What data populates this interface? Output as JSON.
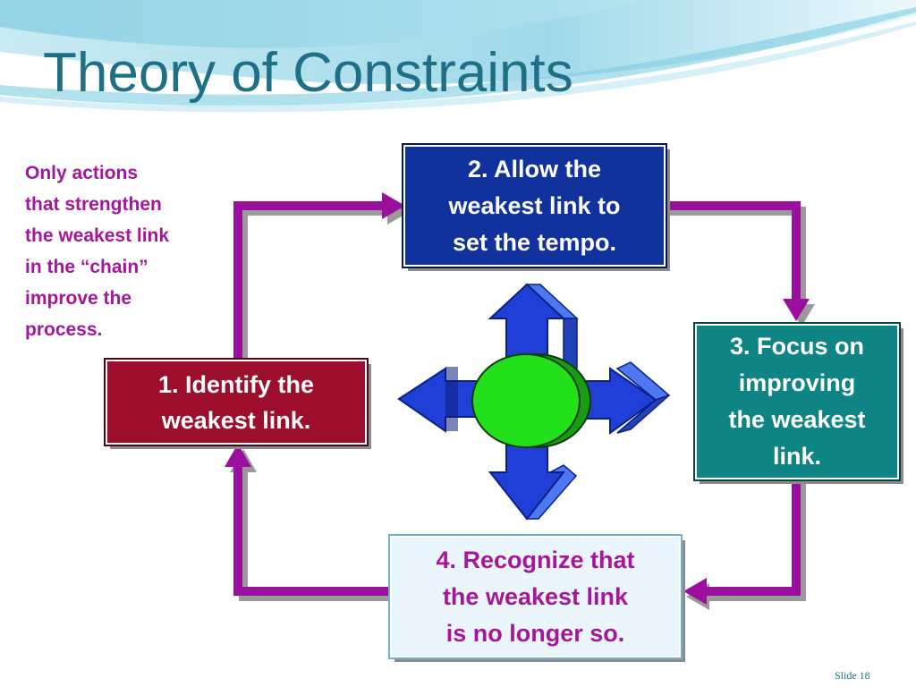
{
  "slide": {
    "title": "Theory of Constraints",
    "note": "Only actions\nthat strengthen\nthe weakest link\nin the “chain”\nimprove the\nprocess.",
    "slide_number": "Slide 18"
  },
  "steps": [
    {
      "label": "1. Identify the\nweakest link."
    },
    {
      "label": "2. Allow the\nweakest link to\nset the tempo."
    },
    {
      "label": "3. Focus on\nimproving\nthe weakest\nlink."
    },
    {
      "label": "4. Recognize that\nthe weakest link\nis no longer so."
    }
  ],
  "colors": {
    "title": "#1f6f86",
    "note_text": "#a4179b",
    "connector": "#9b0f9e",
    "step1_fill": "#9d0e2c",
    "step2_fill": "#11329c",
    "step3_fill": "#0e8484",
    "step4_fill": "#eaf6fb",
    "center_arrows": "#1f3fd6",
    "center_circle": "#22e01a"
  }
}
